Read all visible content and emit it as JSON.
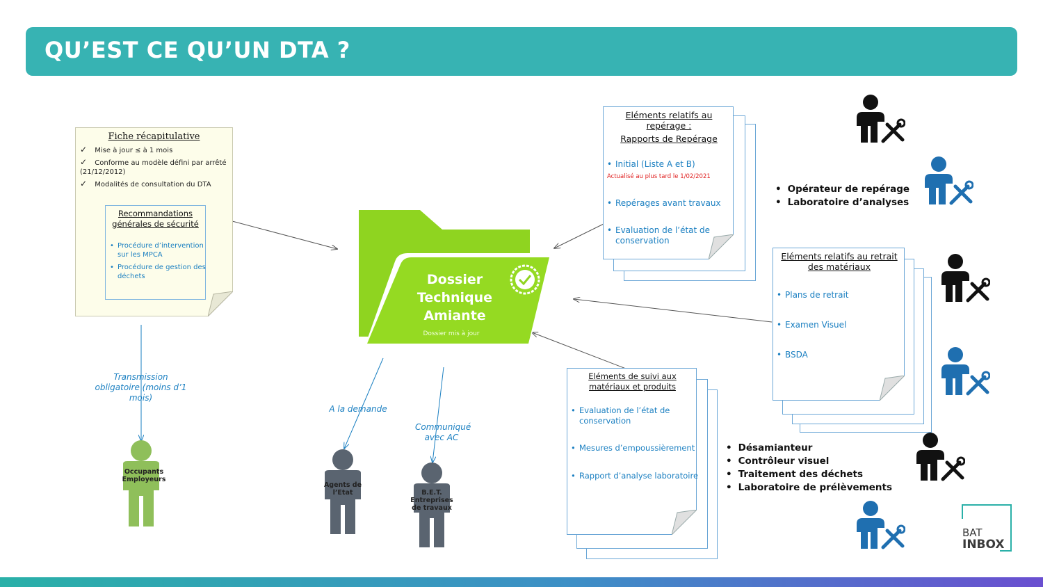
{
  "header": {
    "title": "QU’EST CE QU’UN DTA ?"
  },
  "center": {
    "folder_title_lines": [
      "Dossier",
      "Technique",
      "Amiante"
    ],
    "folder_subtitle": "Dossier mis à jour"
  },
  "fiche": {
    "title": "Fiche récapitulative",
    "checks": [
      "Mise à jour ≤ à 1 mois",
      "Conforme au modèle défini par arrêté (21/12/2012)",
      "Modalités de consultation du DTA"
    ],
    "check_mark": "✓",
    "reco_title": "Recommandations générales de sécurité",
    "reco_items": [
      "Procédure d’intervention sur  les MPCA",
      "Procédure de gestion des déchets"
    ]
  },
  "reperage": {
    "title": "Eléments relatifs au repérage :",
    "subtitle": "Rapports de Repérage",
    "items": [
      "Initial (Liste A et B)",
      "Repérages avant travaux",
      "Evaluation de l’état de conservation"
    ],
    "note": "Actualisé au plus tard le 1/02/2021"
  },
  "retrait": {
    "title": "Eléments relatifs au retrait des matériaux",
    "items": [
      "Plans de retrait",
      "Examen Visuel",
      "BSDA"
    ]
  },
  "suivi": {
    "title": "Eléments de suivi  aux matériaux et produits",
    "items": [
      "Evaluation de l’état de conservation",
      "Mesures d’empoussièrement",
      "Rapport d’analyse laboratoire"
    ]
  },
  "roles_top": [
    "Opérateur de repérage",
    "Laboratoire d’analyses"
  ],
  "roles_bottom": [
    "Désamianteur",
    "Contrôleur visuel",
    "Traitement des déchets",
    "Laboratoire de prélèvements"
  ],
  "edge_labels": {
    "transmission": "Transmission obligatoire (moins d’1 mois)",
    "demande": "A la demande",
    "communique": "Communiqué avec AC"
  },
  "persons": {
    "occupants": "Occupants Employeurs",
    "agents": "Agents de l’Etat",
    "bet": "B.E.T. Entreprises de travaux"
  },
  "logo": {
    "line1": "BAT",
    "line2": "INBOX"
  },
  "colors": {
    "title_bar": "#37b3b3",
    "folder": "#8fd420",
    "person_green": "#8fbf5a",
    "person_grey": "#5a6470",
    "worker_blue": "#1f6fb0",
    "worker_dark": "#111111",
    "link_blue": "#1a7fc1"
  }
}
